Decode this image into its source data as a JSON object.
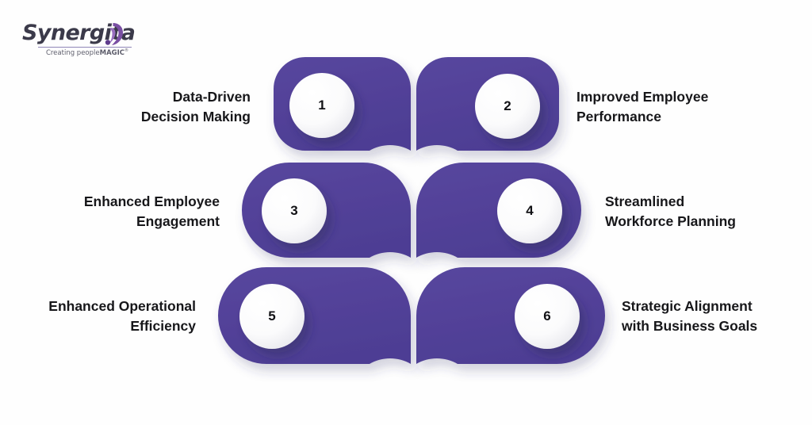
{
  "brand": {
    "name": "Synergita",
    "tagline_prefix": "Creating people",
    "tagline_bold": "MAGIC",
    "tagline_tm": "®",
    "logo_icon": "swirl-icon",
    "accent_color": "#7a4fa3",
    "word_color": "#3b3a4a"
  },
  "theme": {
    "background": "#fefefe",
    "shape_purple": "#53429a",
    "shape_purple_dark": "#4b3b8d",
    "circle_white": "#ffffff",
    "text_color": "#17171a"
  },
  "diagram": {
    "type": "six-step-benefits-infographic",
    "items": [
      {
        "number": "1",
        "label": "Data-Driven\nDecision Making",
        "side": "left",
        "row": 1,
        "align": "right"
      },
      {
        "number": "2",
        "label": "Improved Employee\nPerformance",
        "side": "right",
        "row": 1,
        "align": "left"
      },
      {
        "number": "3",
        "label": "Enhanced Employee\nEngagement",
        "side": "left",
        "row": 2,
        "align": "right"
      },
      {
        "number": "4",
        "label": "Streamlined\nWorkforce Planning",
        "side": "right",
        "row": 2,
        "align": "left"
      },
      {
        "number": "5",
        "label": "Enhanced Operational\nEfficiency",
        "side": "left",
        "row": 3,
        "align": "right"
      },
      {
        "number": "6",
        "label": "Strategic Alignment\nwith Business Goals",
        "side": "right",
        "row": 3,
        "align": "left"
      }
    ]
  }
}
